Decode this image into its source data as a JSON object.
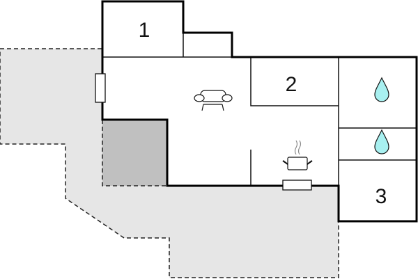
{
  "floorplan": {
    "rooms": [
      {
        "label": "1"
      },
      {
        "label": "2"
      },
      {
        "label": "3"
      }
    ],
    "icons": [
      "armchair-icon",
      "cooking-pot-icon",
      "water-drop-icon",
      "water-drop-icon"
    ],
    "colors": {
      "terrace": "#e6e6e6",
      "covered_area": "#c0c0c0",
      "water": "#a8f0f0",
      "wall": "#000000"
    }
  }
}
